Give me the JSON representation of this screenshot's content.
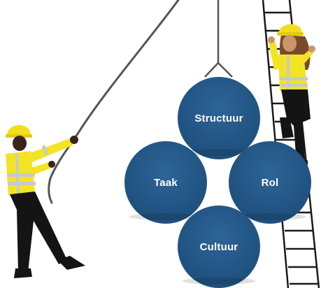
{
  "diagram": {
    "nodes": [
      {
        "id": "structuur",
        "label": "Structuur"
      },
      {
        "id": "taak",
        "label": "Taak"
      },
      {
        "id": "rol",
        "label": "Rol"
      },
      {
        "id": "cultuur",
        "label": "Cultuur"
      }
    ]
  },
  "colors": {
    "ball": "#225584",
    "vest": "#f2e424",
    "vest_stripe": "#c9c9c9",
    "helmet": "#f4de1c",
    "pants": "#141414",
    "rope": "#555555",
    "ladder": "#1a1a1a"
  },
  "icons": [
    "worker-pulling-rope-icon",
    "worker-on-ladder-icon",
    "ladder-icon",
    "rope-icon",
    "hook-icon"
  ]
}
